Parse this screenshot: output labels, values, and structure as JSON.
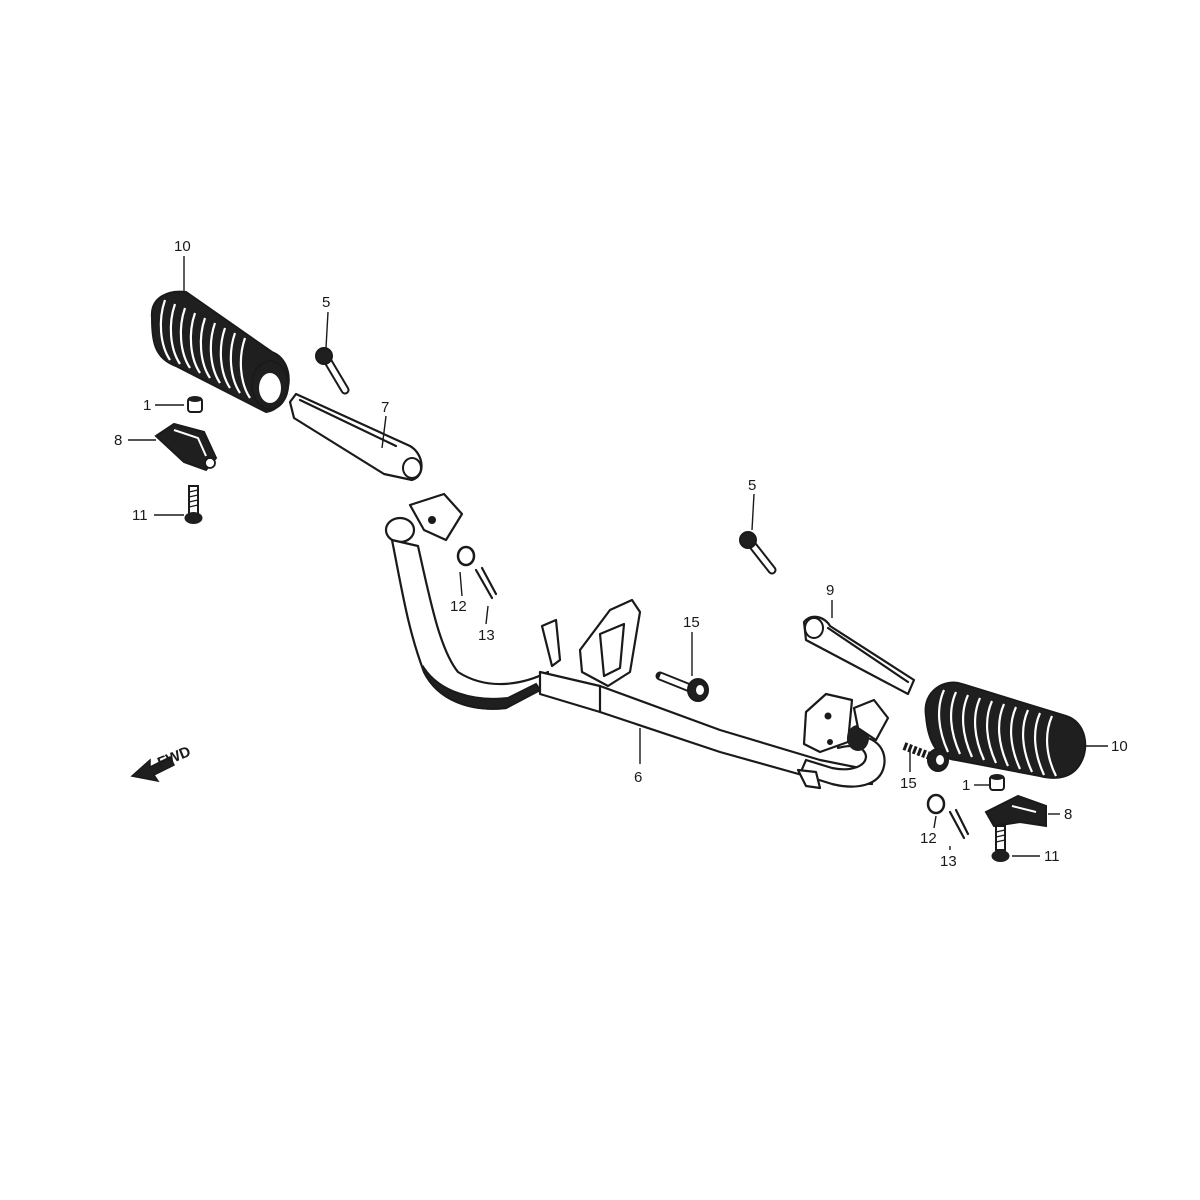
{
  "callouts": {
    "c1_left": "1",
    "c1_right": "1",
    "c5_left": "5",
    "c5_right": "5",
    "c6": "6",
    "c7": "7",
    "c8_left": "8",
    "c8_right": "8",
    "c9": "9",
    "c10_left": "10",
    "c10_right": "10",
    "c11_left": "11",
    "c11_right": "11",
    "c12_left": "12",
    "c12_right": "12",
    "c13_left": "13",
    "c13_right": "13",
    "c15_center": "15",
    "c15_right": "15"
  },
  "direction": {
    "label": "FWD",
    "icon": "forward-arrow-icon"
  },
  "colors": {
    "ink": "#1a1a1a",
    "paper": "#ffffff"
  }
}
